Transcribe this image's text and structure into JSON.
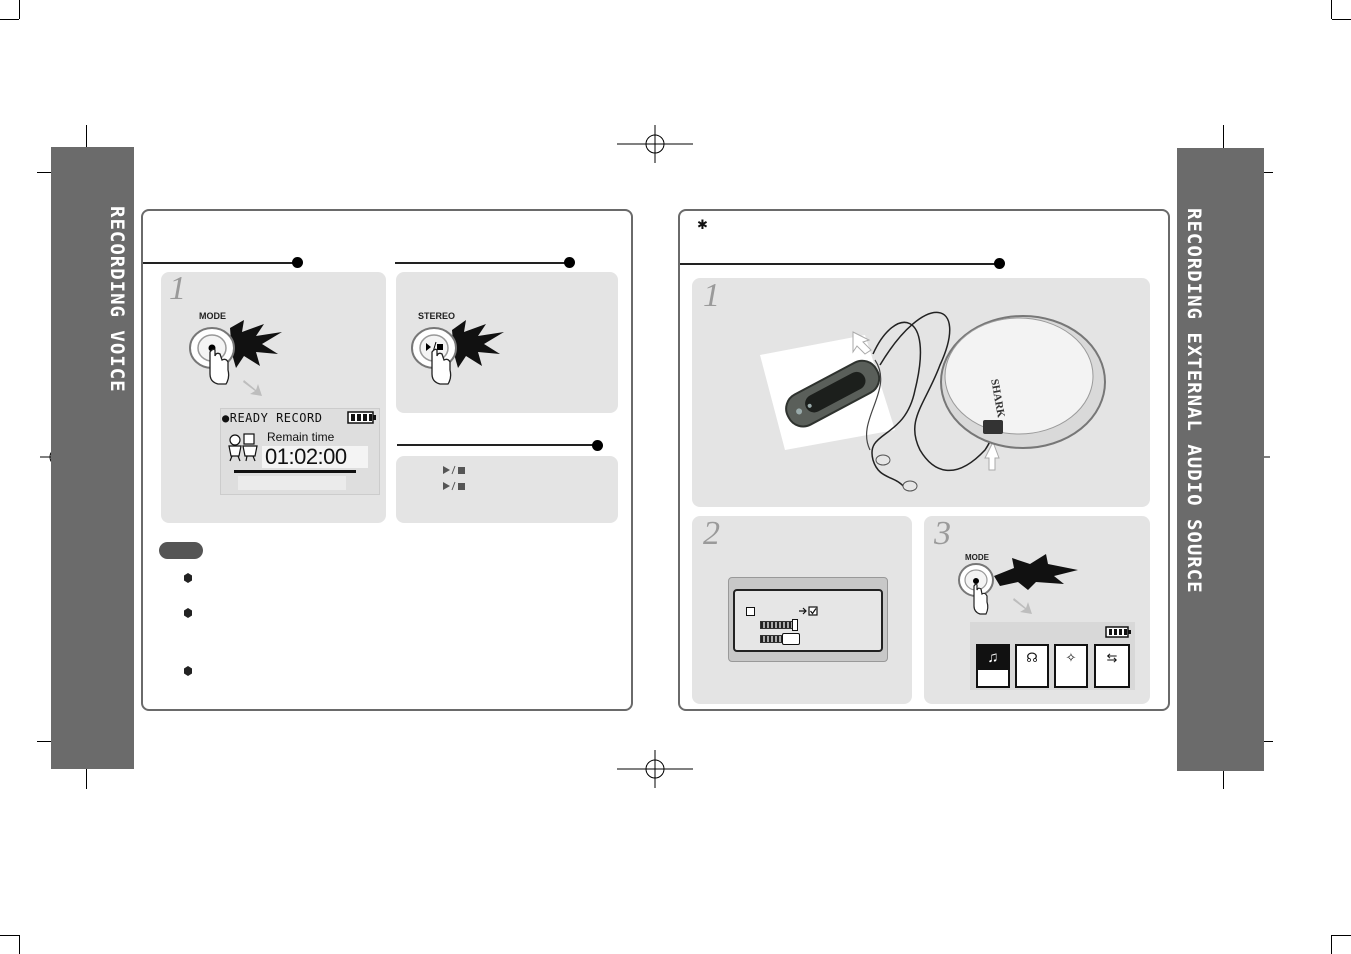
{
  "left_tab": {
    "title": "RECORDING VOICE"
  },
  "right_tab": {
    "title": "RECORDING EXTERNAL AUDIO SOURCE"
  },
  "voice": {
    "step1": "1",
    "mode_label": "MODE",
    "stereo_label": "STEREO",
    "lcd": {
      "status": "●READY RECORD",
      "remain_label": "Remain time",
      "remain_time": "01:02:00"
    }
  },
  "external": {
    "note_symbol": "✱",
    "step1": "1",
    "step2": "2",
    "step3": "3",
    "mode_label": "MODE",
    "player_brand": "SHARK"
  }
}
